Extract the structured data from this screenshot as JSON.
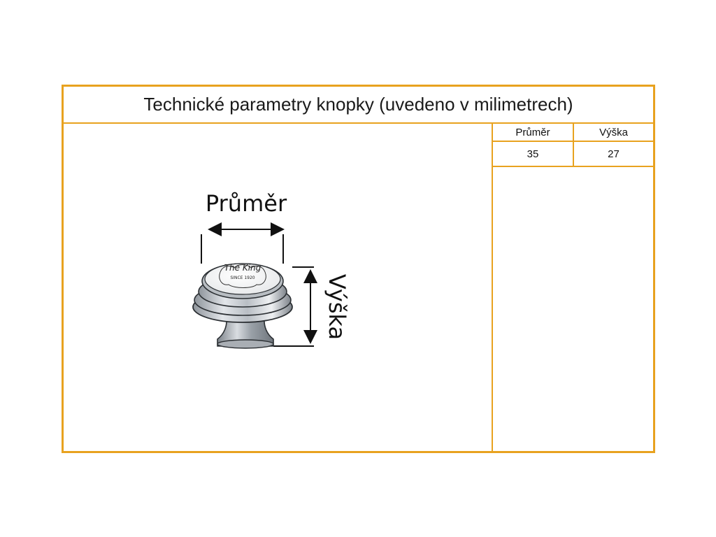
{
  "title": "Technické parametry knopky (uvedeno v milimetrech)",
  "table": {
    "headers": [
      "Průměr",
      "Výška"
    ],
    "values": [
      "35",
      "27"
    ]
  },
  "diagram": {
    "diameter_label": "Průměr",
    "height_label": "Výška",
    "knob_text_top": "The King",
    "knob_text_sub": "SINCE 1920"
  },
  "colors": {
    "border": "#E8A21F",
    "metal": "#c9cdd2",
    "porcelain": "#f7f7f7"
  }
}
